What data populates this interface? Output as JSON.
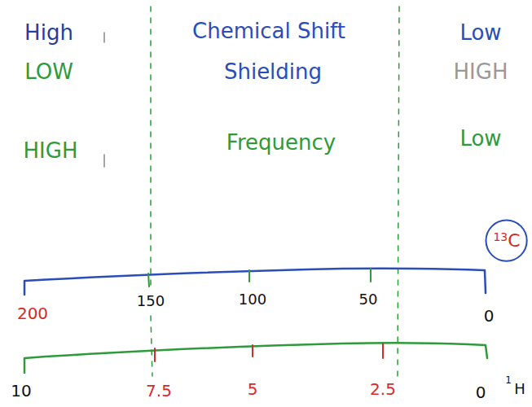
{
  "diagram": {
    "nodes": [
      {
        "text": [
          "13",
          "C"
        ]
      }
    ],
    "labels": [
      "High",
      "Chemical Shift",
      "Low",
      "LOW",
      "Shielding",
      "HIGH",
      "HIGH",
      "Frequency",
      "Low",
      "150",
      "100",
      "50",
      "0",
      "200",
      "10",
      "7.5",
      "5",
      "2.5",
      "0",
      "1",
      "H"
    ]
  }
}
